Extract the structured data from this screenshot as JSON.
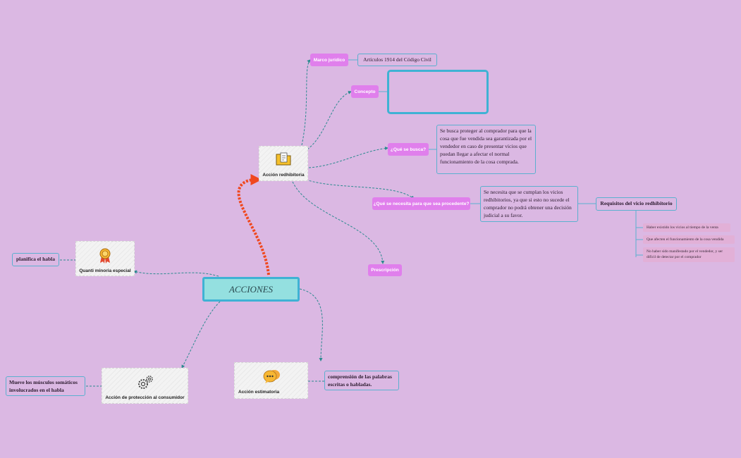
{
  "root": {
    "label": "ACCIONES"
  },
  "branches": {
    "redhibitoria": {
      "label": "Acción redhibitoria",
      "icon": "folder-document-icon"
    },
    "minoria": {
      "label": "Quanti minoria especial",
      "icon": "award-medal-icon"
    },
    "consumidor": {
      "label": "Acción de protección al consumidor",
      "icon": "gears-icon"
    },
    "estimatoria": {
      "label": "Acción estimatoria",
      "icon": "chat-bubbles-icon"
    }
  },
  "redhibitoria_children": {
    "marco": {
      "label": "Marco jurídico",
      "detail": "Artículos 1914  del Código Civil"
    },
    "concepto": {
      "label": "Concepto",
      "detail": ""
    },
    "busca": {
      "label": "¿Qué se busca?",
      "detail": "Se busca proteger al comprador para que la cosa que fue vendida sea garantizada por el vendedor en caso de presentar vicios que puedan llegar a afectar el normal funcionamiento de la cosa comprada."
    },
    "procedente": {
      "label": "¿Qué se necesita para que sea procedente?",
      "detail": "Se necesita que se cumplan los vicios redhibitorios, ya que si esto no sucede el comprador no podrá obtener una decisión judicial a su favor.",
      "requisitos": {
        "label": "Requisitos del vicio redhibitorio",
        "items": [
          "Haber existido los vicios al tiempo de la venta",
          "Que afecten el funcionamiento de la cosa vendida",
          "No haber sido manifestado por el vendedor, y ser difícil de detectar por el comprador"
        ]
      }
    },
    "prescripcion": {
      "label": "Prescripción"
    }
  },
  "minoria_detail": "planifica el habla",
  "consumidor_detail": "Mueve los músculos somáticos involucrados en el habla",
  "estimatoria_detail": "comprensión de las palabras escritas o habladas.",
  "colors": {
    "background": "#dbb8e3",
    "root_fill": "#94e0e0",
    "root_border": "#3fb2d4",
    "pink_node": "#e07fec",
    "connector": "#2b8a8f",
    "highlight_arrow": "#f0481e"
  }
}
